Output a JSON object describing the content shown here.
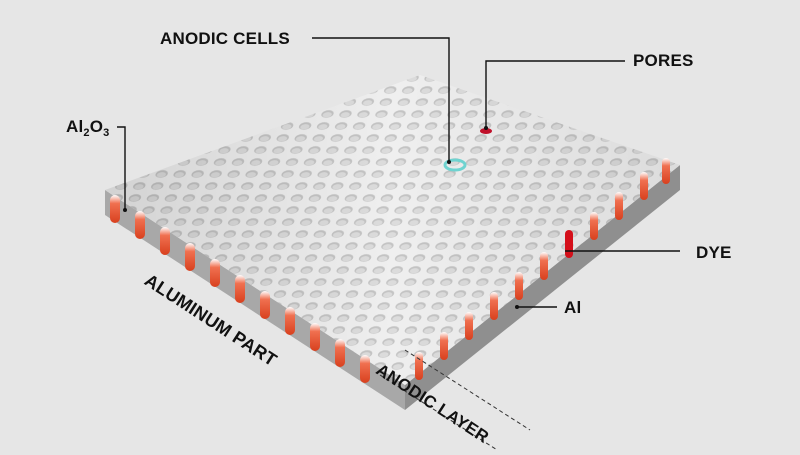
{
  "diagram": {
    "title": "Anodized aluminum cross-section",
    "labels": {
      "anodic_cells": "ANODIC CELLS",
      "pores": "PORES",
      "al2o3_base": "Al",
      "al2o3_sub1": "2",
      "al2o3_mid": "O",
      "al2o3_sub2": "3",
      "dye": "DYE",
      "al": "Al",
      "aluminum_part": "ALUMINUM PART",
      "anodic_layer": "ANODIC LAYER"
    },
    "colors": {
      "background": "#e6e6e6",
      "top_surface": "#f2f2f2",
      "pore": "#c9c9c9",
      "side_face": "#9a9a9a",
      "front_face": "#bdbdbd",
      "dye": "#e8522f",
      "pore_marker": "#c0102a",
      "cell_marker": "#6fd3d0",
      "leader": "#111111"
    }
  }
}
